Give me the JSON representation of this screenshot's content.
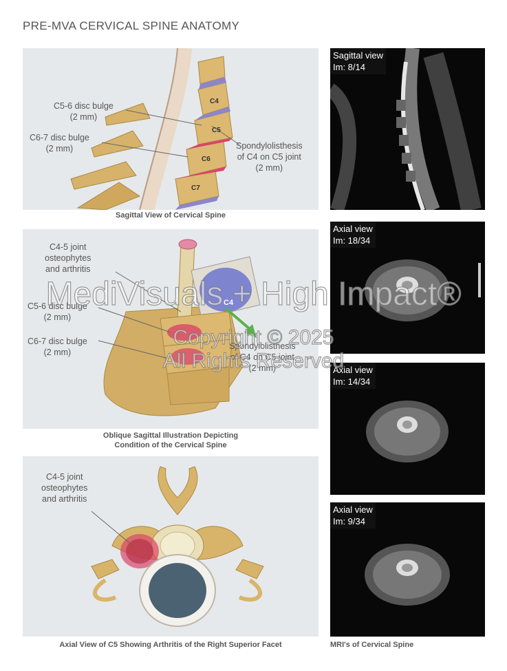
{
  "page_title": "PRE-MVA CERVICAL SPINE ANATOMY",
  "panel1": {
    "caption": "Sagittal View of Cervical Spine",
    "vertebra_labels": [
      "C4",
      "C5",
      "C6",
      "C7"
    ],
    "label_c56": "C5-6 disc bulge\n(2 mm)",
    "label_c67": "C6-7 disc bulge\n(2 mm)",
    "label_spondy": "Spondylolisthesis\nof C4 on C5 joint\n(2 mm)"
  },
  "panel2": {
    "caption": "Oblique Sagittal Illustration Depicting\nCondition of the Cervical Spine",
    "label_c45": "C4-5 joint\nosteophytes\nand arthritis",
    "label_c56": "C5-6 disc bulge\n(2 mm)",
    "label_c67": "C6-7 disc bulge\n(2 mm)",
    "label_c4": "C4",
    "label_spondy": "Spondylolisthesis\nof C4 on C5 joint\n(2 mm)"
  },
  "panel3": {
    "caption": "Axial View of C5 Showing Arthritis of the Right Superior Facet",
    "label_c45": "C4-5 joint\nosteophytes\nand arthritis"
  },
  "mri": {
    "caption": "MRI's of Cervical Spine",
    "images": [
      {
        "view": "Sagittal view",
        "im": "Im: 8/14"
      },
      {
        "view": "Axial view",
        "im": "Im: 18/34"
      },
      {
        "view": "Axial view",
        "im": "Im: 14/34"
      },
      {
        "view": "Axial view",
        "im": "Im: 9/34"
      }
    ]
  },
  "watermark": {
    "line1": "MediVisuals + High Impact®",
    "line2": "Copyright © 2025",
    "line3": "All Rights Reserved"
  },
  "colors": {
    "panel_bg": "#e6e9eb",
    "bone": "#d9b46a",
    "disc": "#8c86c9",
    "inflamed": "#d8456a",
    "arrow": "#5bb14a"
  }
}
